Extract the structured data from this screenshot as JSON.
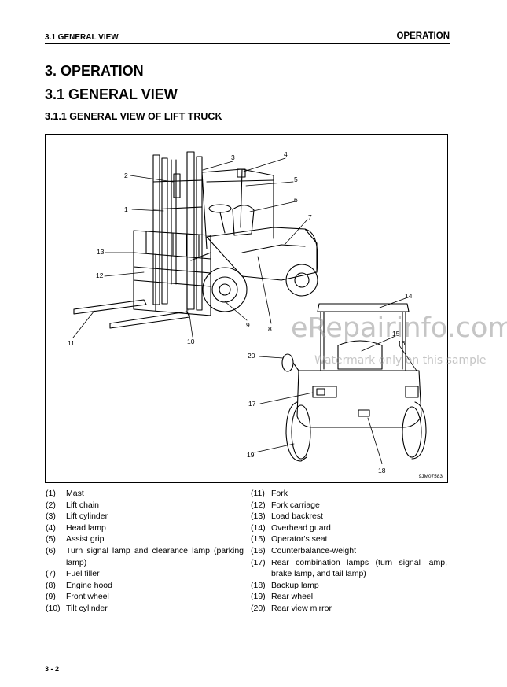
{
  "header": {
    "section": "3.1 GENERAL VIEW",
    "chapter": "OPERATION"
  },
  "headings": {
    "h1": "3. OPERATION",
    "h2": "3.1 GENERAL VIEW",
    "h3": "3.1.1 GENERAL VIEW OF LIFT TRUCK"
  },
  "figure": {
    "code": "9JM07583",
    "callouts": [
      "1",
      "2",
      "3",
      "4",
      "5",
      "6",
      "7",
      "8",
      "9",
      "10",
      "11",
      "12",
      "13",
      "14",
      "15",
      "16",
      "17",
      "18",
      "19",
      "20"
    ],
    "watermark": "eRepairinfo.com",
    "watermark_sub": "Watermark only on this sample"
  },
  "parts_left": [
    {
      "num": "(1)",
      "name": "Mast"
    },
    {
      "num": "(2)",
      "name": "Lift chain"
    },
    {
      "num": "(3)",
      "name": "Lift cylinder"
    },
    {
      "num": "(4)",
      "name": "Head lamp"
    },
    {
      "num": "(5)",
      "name": "Assist grip"
    },
    {
      "num": "(6)",
      "name": "Turn signal lamp and clearance lamp (parking lamp)"
    },
    {
      "num": "(7)",
      "name": "Fuel filler"
    },
    {
      "num": "(8)",
      "name": "Engine hood"
    },
    {
      "num": "(9)",
      "name": "Front wheel"
    },
    {
      "num": "(10)",
      "name": "Tilt cylinder"
    }
  ],
  "parts_right": [
    {
      "num": "(11)",
      "name": "Fork"
    },
    {
      "num": "(12)",
      "name": "Fork carriage"
    },
    {
      "num": "(13)",
      "name": "Load backrest"
    },
    {
      "num": "(14)",
      "name": "Overhead guard"
    },
    {
      "num": "(15)",
      "name": "Operator's seat"
    },
    {
      "num": "(16)",
      "name": "Counterbalance-weight"
    },
    {
      "num": "(17)",
      "name": "Rear combination lamps (turn signal lamp, brake lamp, and tail lamp)"
    },
    {
      "num": "(18)",
      "name": "Backup lamp"
    },
    {
      "num": "(19)",
      "name": "Rear wheel"
    },
    {
      "num": "(20)",
      "name": "Rear view mirror"
    }
  ],
  "footer": {
    "page": "3 - 2"
  }
}
